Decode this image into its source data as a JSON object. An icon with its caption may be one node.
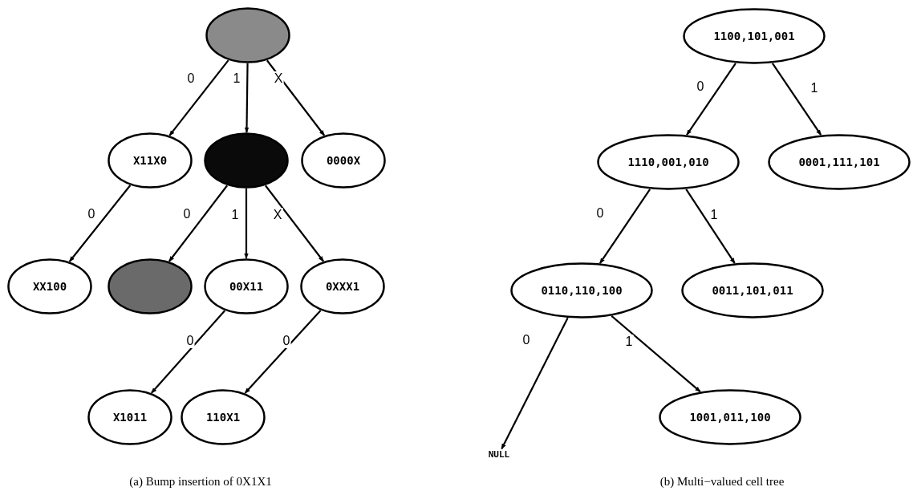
{
  "diagram": {
    "nodes": [
      {
        "text": [],
        "shape": "ellipse"
      },
      {
        "text": [
          "X11X0"
        ]
      },
      {
        "text": [],
        "shape": "ellipse"
      },
      {
        "text": [
          "0000X"
        ]
      },
      {
        "text": [
          "XX100"
        ]
      },
      {
        "text": [],
        "shape": "ellipse"
      },
      {
        "text": [
          "00X11"
        ]
      },
      {
        "text": [
          "0XXX1"
        ]
      },
      {
        "text": [
          "X1011"
        ]
      },
      {
        "text": [
          "110X1"
        ]
      },
      {
        "text": [
          "1100,101,001"
        ]
      },
      {
        "text": [
          "1110,001,010"
        ]
      },
      {
        "text": [
          "0001,111,101"
        ]
      },
      {
        "text": [
          "0110,110,100"
        ]
      },
      {
        "text": [
          "0011,101,011"
        ]
      },
      {
        "text": [
          "NULL"
        ]
      },
      {
        "text": [
          "1001,011,100"
        ]
      }
    ],
    "edges": [
      {
        "from": 0,
        "to": 1,
        "arrow": "to",
        "label": "0"
      },
      {
        "from": 0,
        "to": 2,
        "arrow": "to",
        "label": "1"
      },
      {
        "from": 0,
        "to": 3,
        "arrow": "to",
        "label": "X"
      },
      {
        "from": 1,
        "to": 4,
        "arrow": "to",
        "label": "0"
      },
      {
        "from": 2,
        "to": 5,
        "arrow": "to",
        "label": "0"
      },
      {
        "from": 2,
        "to": 6,
        "arrow": "to",
        "label": "1"
      },
      {
        "from": 2,
        "to": 7,
        "arrow": "to",
        "label": "X"
      },
      {
        "from": 6,
        "to": 8,
        "arrow": "to",
        "label": "0"
      },
      {
        "from": 7,
        "to": 9,
        "arrow": "to",
        "label": "0"
      },
      {
        "from": 10,
        "to": 11,
        "arrow": "to",
        "label": "0"
      },
      {
        "from": 10,
        "to": 12,
        "arrow": "to",
        "label": "1"
      },
      {
        "from": 11,
        "to": 13,
        "arrow": "to",
        "label": "0"
      },
      {
        "from": 11,
        "to": 14,
        "arrow": "to",
        "label": "1"
      },
      {
        "from": 13,
        "to": 15,
        "arrow": "to",
        "label": "0"
      },
      {
        "from": 13,
        "to": 16,
        "arrow": "to",
        "label": "1"
      }
    ],
    "labels": [
      "(a) Bump insertion of 0X1X1",
      "(b) Multi−valued cell tree"
    ]
  }
}
